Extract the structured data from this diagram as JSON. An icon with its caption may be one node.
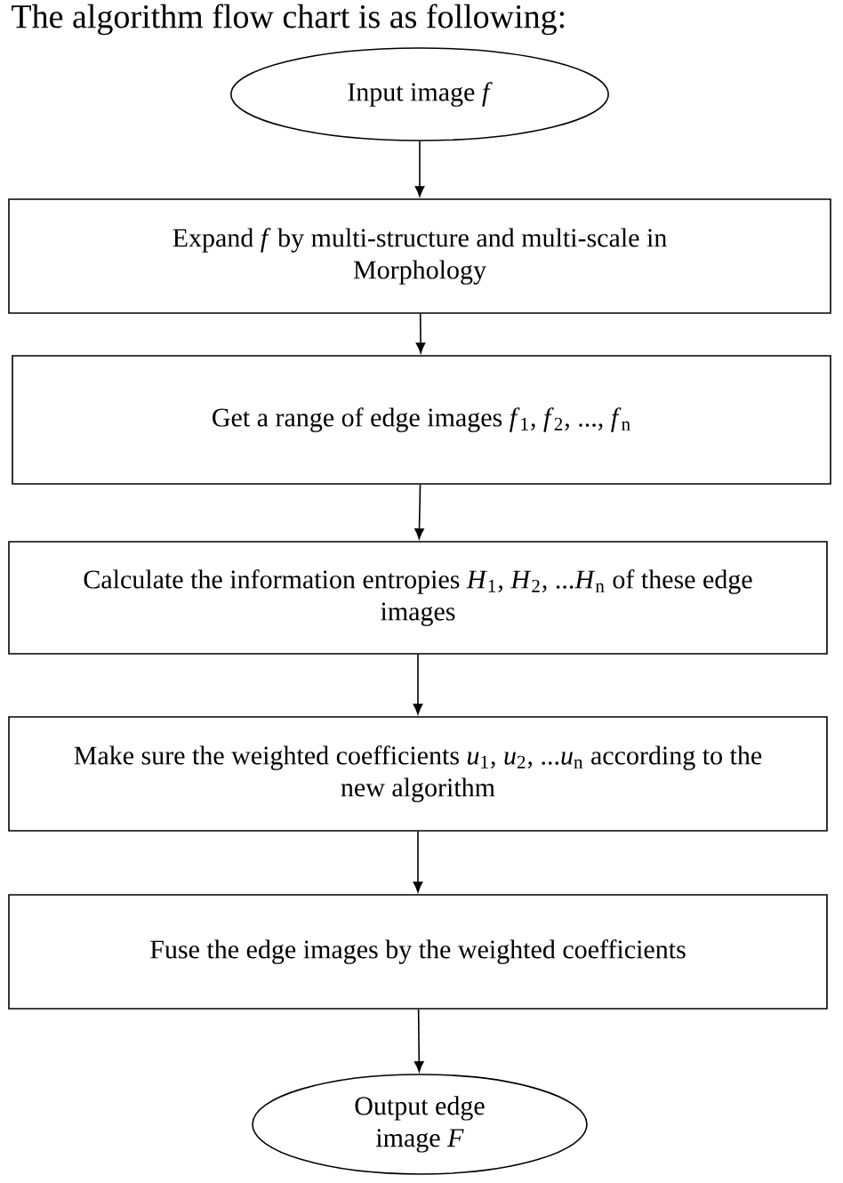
{
  "diagram": {
    "title": "The algorithm flow chart is as following:",
    "nodes": [
      {
        "text": [
          "Input image *f*"
        ]
      },
      {
        "text": [
          "Expand *f* by multi-structure and multi-scale in Morphology"
        ]
      },
      {
        "text": [
          "Get a range of edge images *f*$_{1}$, *f*$_{2}$, ..., *f*$_{n}$"
        ]
      },
      {
        "text": [
          "Calculate the information entropies *H*$_{1}$, *H*$_{2}$, ...*H*$_{n}$ of these edge images"
        ]
      },
      {
        "text": [
          "Make sure the weighted coefficients *u*$_{1}$, *u*$_{2}$, ...*u*$_{n}$ according to the new algorithm"
        ]
      },
      {
        "text": [
          "Fuse the edge images by the weighted coefficients"
        ]
      },
      {
        "text": [
          "Output edge image *F*"
        ]
      }
    ],
    "edges": [
      {
        "from": 0,
        "to": 1,
        "arrow": "to"
      },
      {
        "from": 1,
        "to": 2,
        "arrow": "to"
      },
      {
        "from": 2,
        "to": 3,
        "arrow": "to"
      },
      {
        "from": 3,
        "to": 4,
        "arrow": "to"
      },
      {
        "from": 4,
        "to": 5,
        "arrow": "to"
      },
      {
        "from": 5,
        "to": 6,
        "arrow": "to"
      }
    ]
  }
}
